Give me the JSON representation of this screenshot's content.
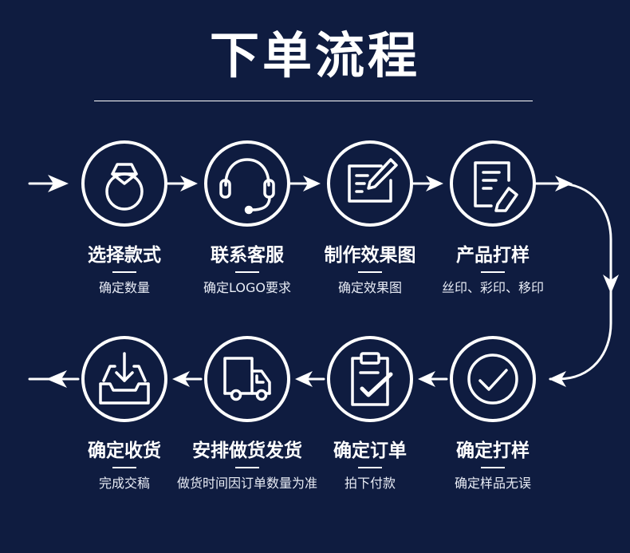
{
  "title": "下单流程",
  "steps": [
    {
      "label": "选择款式",
      "desc": "确定数量",
      "icon": "ring-icon"
    },
    {
      "label": "联系客服",
      "desc": "确定LOGO要求",
      "icon": "headset-icon"
    },
    {
      "label": "制作效果图",
      "desc": "确定效果图",
      "icon": "design-edit-icon"
    },
    {
      "label": "产品打样",
      "desc": "丝印、彩印、移印",
      "icon": "sample-document-icon"
    },
    {
      "label": "确定打样",
      "desc": "确定样品无误",
      "icon": "checkmark-icon"
    },
    {
      "label": "确定订单",
      "desc": "拍下付款",
      "icon": "clipboard-check-icon"
    },
    {
      "label": "安排做货发货",
      "desc": "做货时间因订单数量为准",
      "icon": "delivery-truck-icon"
    },
    {
      "label": "确定收货",
      "desc": "完成交稿",
      "icon": "inbox-download-icon"
    }
  ],
  "colors": {
    "background": "#0f1c40",
    "foreground": "#ffffff"
  }
}
